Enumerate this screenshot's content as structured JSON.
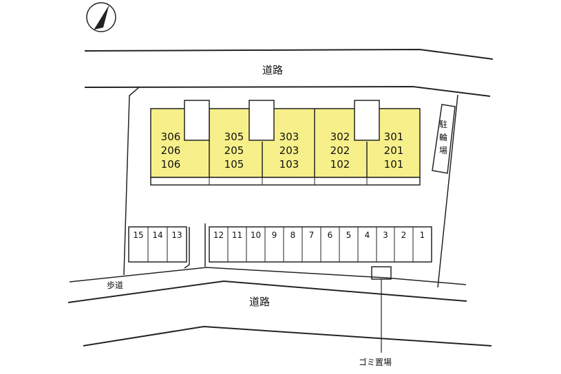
{
  "roads": {
    "top_label": "道路",
    "bottom_label": "道路",
    "sidewalk_label": "歩道"
  },
  "building": {
    "color": "#f7f08a",
    "units": [
      {
        "floors": [
          "306",
          "206",
          "106"
        ]
      },
      {
        "floors": [
          "305",
          "205",
          "105"
        ]
      },
      {
        "floors": [
          "303",
          "203",
          "103"
        ]
      },
      {
        "floors": [
          "302",
          "202",
          "102"
        ]
      },
      {
        "floors": [
          "301",
          "201",
          "101"
        ]
      }
    ]
  },
  "bicycle_parking": {
    "chars": [
      "駐",
      "輪",
      "場"
    ]
  },
  "parking": {
    "left_group": [
      "15",
      "14",
      "13"
    ],
    "right_group": [
      "12",
      "11",
      "10",
      "9",
      "8",
      "7",
      "6",
      "5",
      "4",
      "3",
      "2",
      "1"
    ]
  },
  "garbage": {
    "label": "ゴミ置場"
  },
  "compass": {
    "icon": "north-arrow-icon"
  }
}
